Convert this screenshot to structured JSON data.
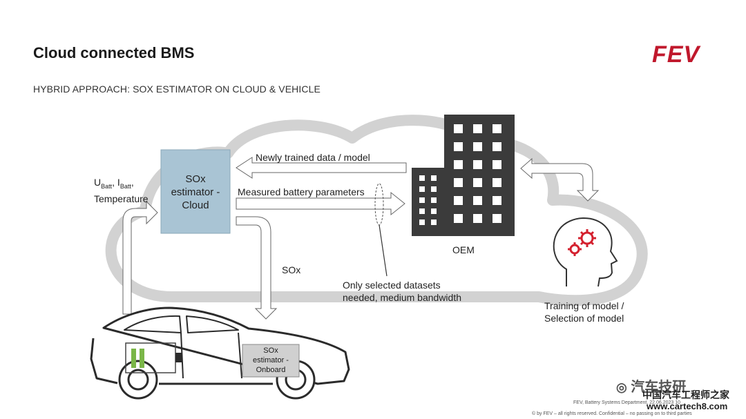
{
  "header": {
    "title": "Cloud connected BMS",
    "subtitle": "HYBRID APPROACH: SOX ESTIMATOR ON CLOUD & VEHICLE",
    "logo": "FEV"
  },
  "diagram": {
    "cloud_estimator": [
      "SOx",
      "estimator -",
      "Cloud"
    ],
    "inputs_label": [
      "U",
      "Batt",
      ", I",
      "Batt",
      ", Temperature"
    ],
    "arrow_newly_trained": "Newly trained data / model",
    "arrow_measured": "Measured battery parameters",
    "oem_label": "OEM",
    "sox_label": "SOx",
    "datasets_note": [
      "Only selected datasets",
      "needed, medium bandwidth"
    ],
    "training_label": [
      "Training of model /",
      "Selection of model"
    ],
    "onboard_estimator": [
      "SOx",
      "estimator -",
      "Onboard"
    ]
  },
  "colors": {
    "brand_red": "#c0182c",
    "cloud_box": "#a9c4d4",
    "onboard_box": "#d0d0d0",
    "battery_green": "#7ab648",
    "cloud_outline": "#cfcfcf",
    "building": "#3b3b3b"
  },
  "footer": {
    "line1": "FEV, Battery Systems Department, 22.06.2023     10",
    "line2": "© by FEV – all rights reserved. Confidential – no passing on to third parties"
  },
  "watermark": {
    "cn": "汽车技研",
    "site_cn": "中国汽车工程师之家",
    "url": "www.cartech8.com"
  }
}
